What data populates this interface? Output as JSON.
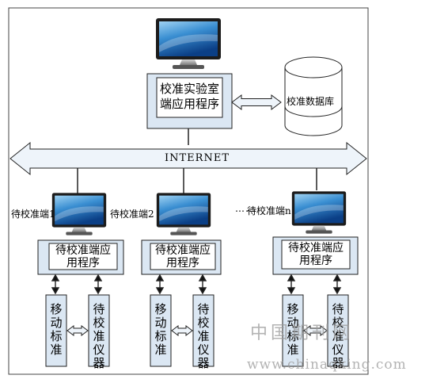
{
  "lab": {
    "label": "校准实验室\n端应用程序"
  },
  "database": {
    "label": "校准数据库"
  },
  "network": {
    "label": "INTERNET"
  },
  "terminals": [
    {
      "name": "待校准端1",
      "app_label": "待校准端应\n用程序",
      "mobile_std": "移动标准",
      "instrument": "待校准仪器"
    },
    {
      "name": "待校准端2",
      "app_label": "待校准端应\n用程序",
      "mobile_std": "移动标准",
      "instrument": "待校准仪器"
    },
    {
      "name": "待校准端n",
      "app_label": "待校准端应\n用程序",
      "mobile_std": "移动标准",
      "instrument": "待校准仪器"
    }
  ],
  "ellipsis": "……",
  "watermark": {
    "cn": "中国期刊网",
    "url": "www.chinaqking.com"
  },
  "colors": {
    "box_fill": "#dbe7f3",
    "inner_fill": "#ffffff",
    "arrow_fill": "#eef4fa",
    "stroke": "#222222"
  }
}
